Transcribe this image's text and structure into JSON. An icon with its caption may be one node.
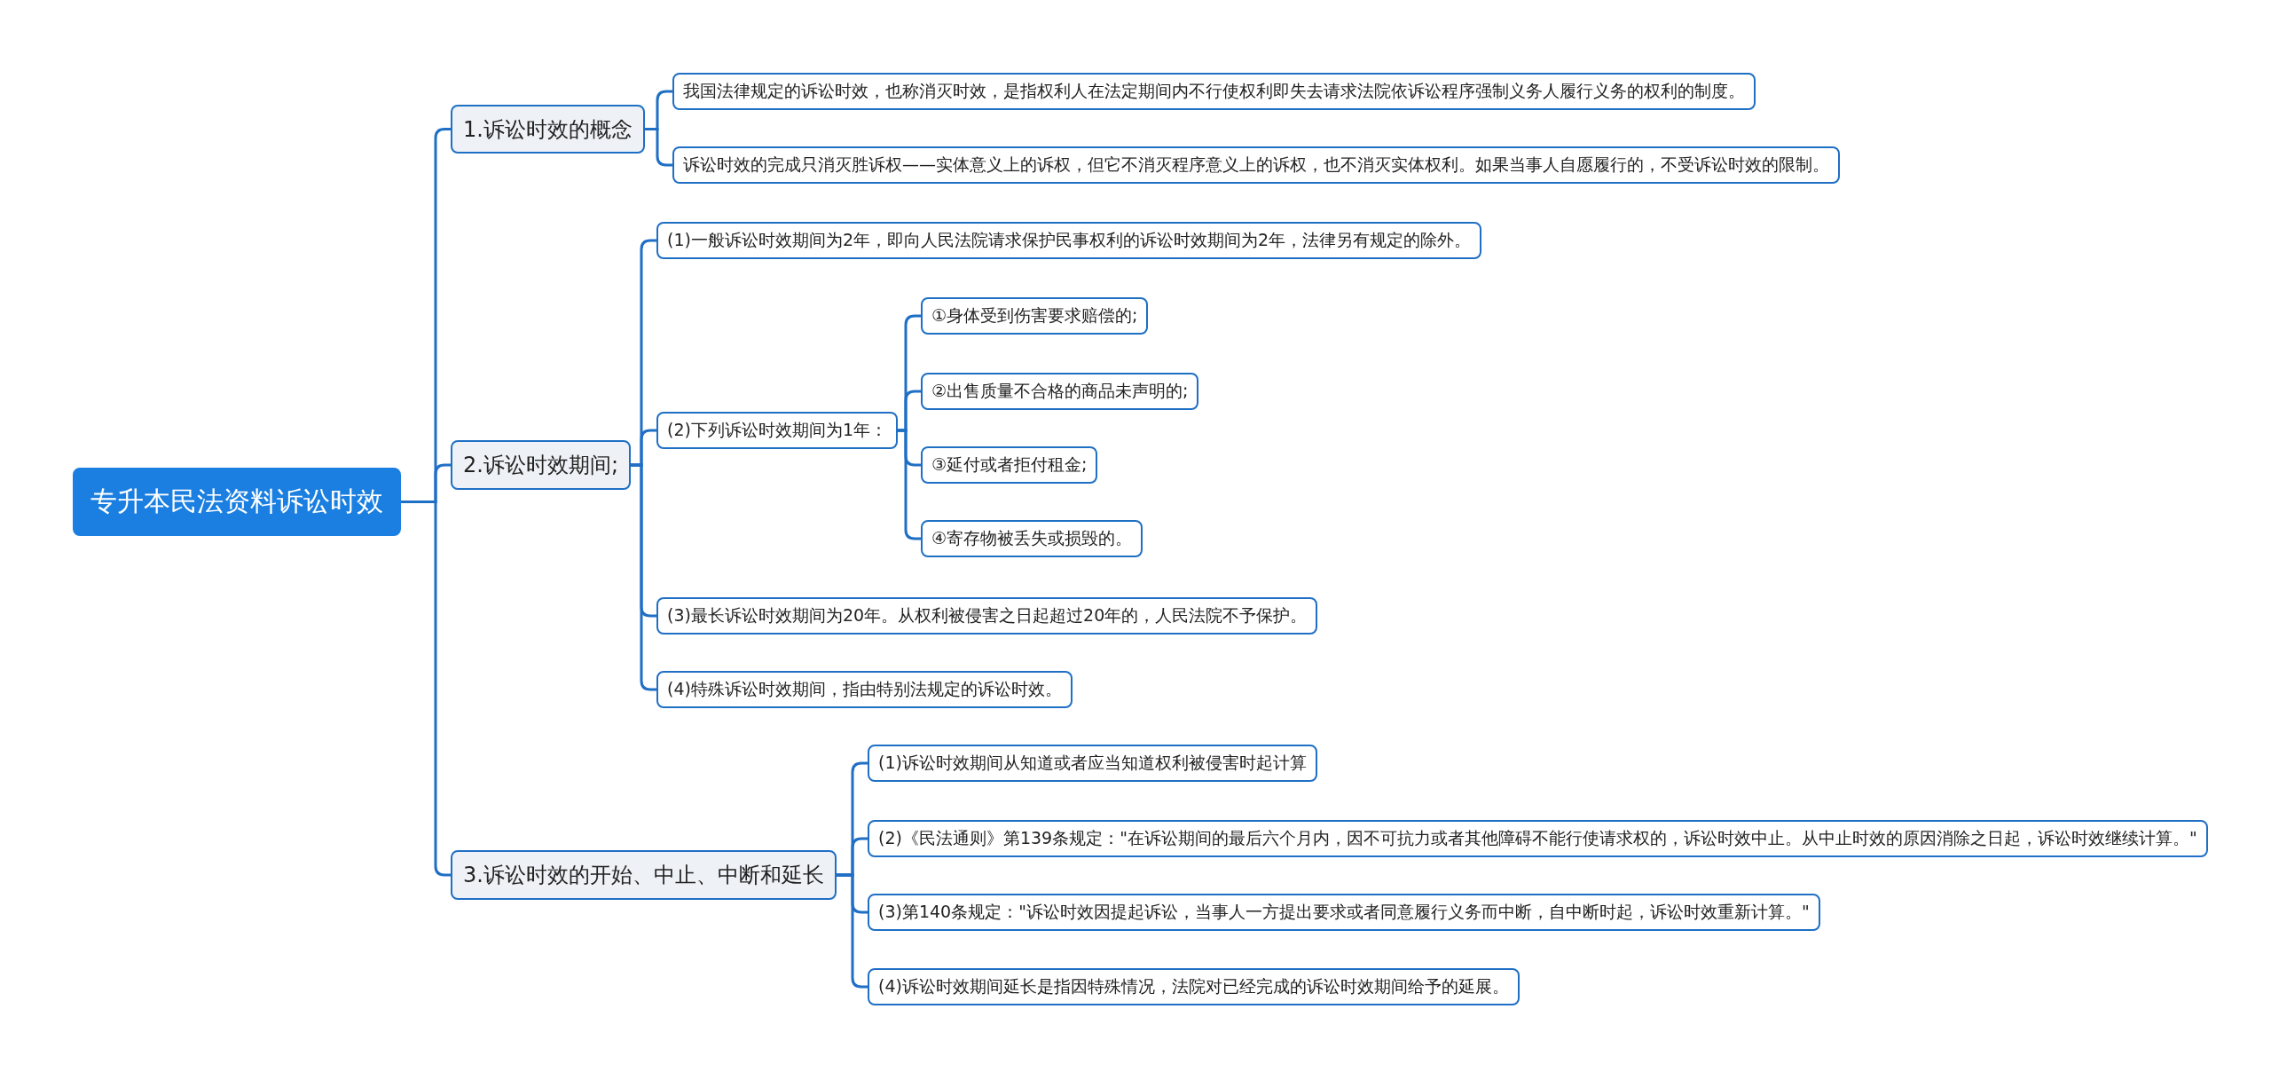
{
  "diagram": {
    "nodes": [
      {
        "text": [
          "专升本民法资料诉讼时效"
        ]
      },
      {
        "text": [
          "1.诉讼时效的概念"
        ]
      },
      {
        "text": [
          "我国法律规定的诉讼时效，也称消灭时效，是指权利人在法定期间内不行使权利即失去请求法院依诉讼程序强制义务人履行义务的权利的制度。"
        ]
      },
      {
        "text": [
          "诉讼时效的完成只消灭胜诉权——实体意义上的诉权，但它不消灭程序意义上的诉权，也不消灭实体权利。如果当事人自愿履行的，不受诉讼时效的限制。"
        ]
      },
      {
        "text": [
          "2.诉讼时效期间;"
        ]
      },
      {
        "text": [
          "(1)一般诉讼时效期间为2年，即向人民法院请求保护民事权利的诉讼时效期间为2年，法律另有规定的除外。"
        ]
      },
      {
        "text": [
          "(2)下列诉讼时效期间为1年："
        ]
      },
      {
        "text": [
          "①身体受到伤害要求赔偿的;"
        ]
      },
      {
        "text": [
          "②出售质量不合格的商品未声明的;"
        ]
      },
      {
        "text": [
          "③延付或者拒付租金;"
        ]
      },
      {
        "text": [
          "④寄存物被丢失或损毁的。"
        ]
      },
      {
        "text": [
          "(3)最长诉讼时效期间为20年。从权利被侵害之日起超过20年的，人民法院不予保护。"
        ]
      },
      {
        "text": [
          "(4)特殊诉讼时效期间，指由特别法规定的诉讼时效。"
        ]
      },
      {
        "text": [
          "3.诉讼时效的开始、中止、中断和延长"
        ]
      },
      {
        "text": [
          "(1)诉讼时效期间从知道或者应当知道权利被侵害时起计算"
        ]
      },
      {
        "text": [
          "(2)《民法通则》第139条规定：\"在诉讼期间的最后六个月内，因不可抗力或者其他障碍不能行使请求权的，诉讼时效中止。从中止时效的原因消除之日起，诉讼时效继续计算。\""
        ]
      },
      {
        "text": [
          "(3)第140条规定：\"诉讼时效因提起诉讼，当事人一方提出要求或者同意履行义务而中断，自中断时起，诉讼时效重新计算。\""
        ]
      },
      {
        "text": [
          "(4)诉讼时效期间延长是指因特殊情况，法院对已经完成的诉讼时效期间给予的延展。"
        ]
      }
    ],
    "edges": [
      {
        "from": 0,
        "to": 1,
        "arrow": "none"
      },
      {
        "from": 1,
        "to": 2,
        "arrow": "none"
      },
      {
        "from": 1,
        "to": 3,
        "arrow": "none"
      },
      {
        "from": 0,
        "to": 4,
        "arrow": "none"
      },
      {
        "from": 4,
        "to": 5,
        "arrow": "none"
      },
      {
        "from": 4,
        "to": 6,
        "arrow": "none"
      },
      {
        "from": 6,
        "to": 7,
        "arrow": "none"
      },
      {
        "from": 6,
        "to": 8,
        "arrow": "none"
      },
      {
        "from": 6,
        "to": 9,
        "arrow": "none"
      },
      {
        "from": 6,
        "to": 10,
        "arrow": "none"
      },
      {
        "from": 4,
        "to": 11,
        "arrow": "none"
      },
      {
        "from": 4,
        "to": 12,
        "arrow": "none"
      },
      {
        "from": 0,
        "to": 13,
        "arrow": "none"
      },
      {
        "from": 13,
        "to": 14,
        "arrow": "none"
      },
      {
        "from": 13,
        "to": 15,
        "arrow": "none"
      },
      {
        "from": 13,
        "to": 16,
        "arrow": "none"
      },
      {
        "from": 13,
        "to": 17,
        "arrow": "none"
      }
    ]
  }
}
